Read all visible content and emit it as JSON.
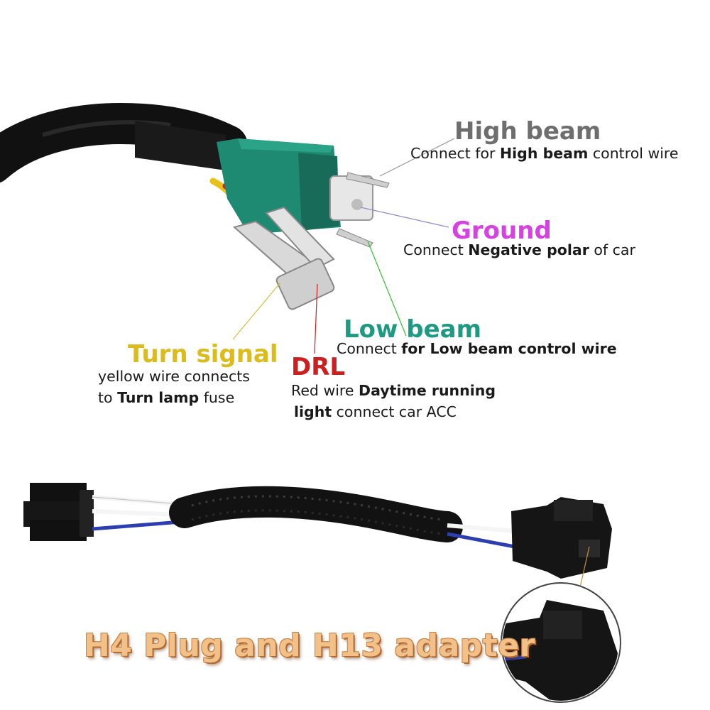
{
  "labels": {
    "high_beam": {
      "title": "High beam",
      "desc_pre": "Connect for ",
      "desc_bold": "High beam",
      "desc_post": " control wire",
      "color": "#6e6e6e"
    },
    "ground": {
      "title": "Ground",
      "desc_pre": "Connect ",
      "desc_bold": "Negative polar",
      "desc_post": " of car",
      "color": "#d542e0"
    },
    "low_beam": {
      "title": "Low beam",
      "desc_pre": "Connect ",
      "desc_bold": "for Low beam control wire",
      "color": "#1f9a82"
    },
    "turn_signal": {
      "title": "Turn signal",
      "line1": "yellow wire connects",
      "line2_pre": "to ",
      "line2_bold": "Turn lamp",
      "line2_post": " fuse",
      "color": "#dcbb1c"
    },
    "drl": {
      "title": "DRL",
      "line1_pre": "Red wire ",
      "line1_bold": "Daytime running",
      "line2_bold": "light",
      "line2_post": " connect car ACC",
      "color": "#cc1f1f"
    }
  },
  "caption": "H4 Plug and H13 adapter",
  "colors": {
    "connector_green": "#1f8a72",
    "wire_yellow": "#e8c21a",
    "wire_red": "#c62828",
    "wire_blue": "#2d3fb0",
    "cable_black": "#111111"
  }
}
